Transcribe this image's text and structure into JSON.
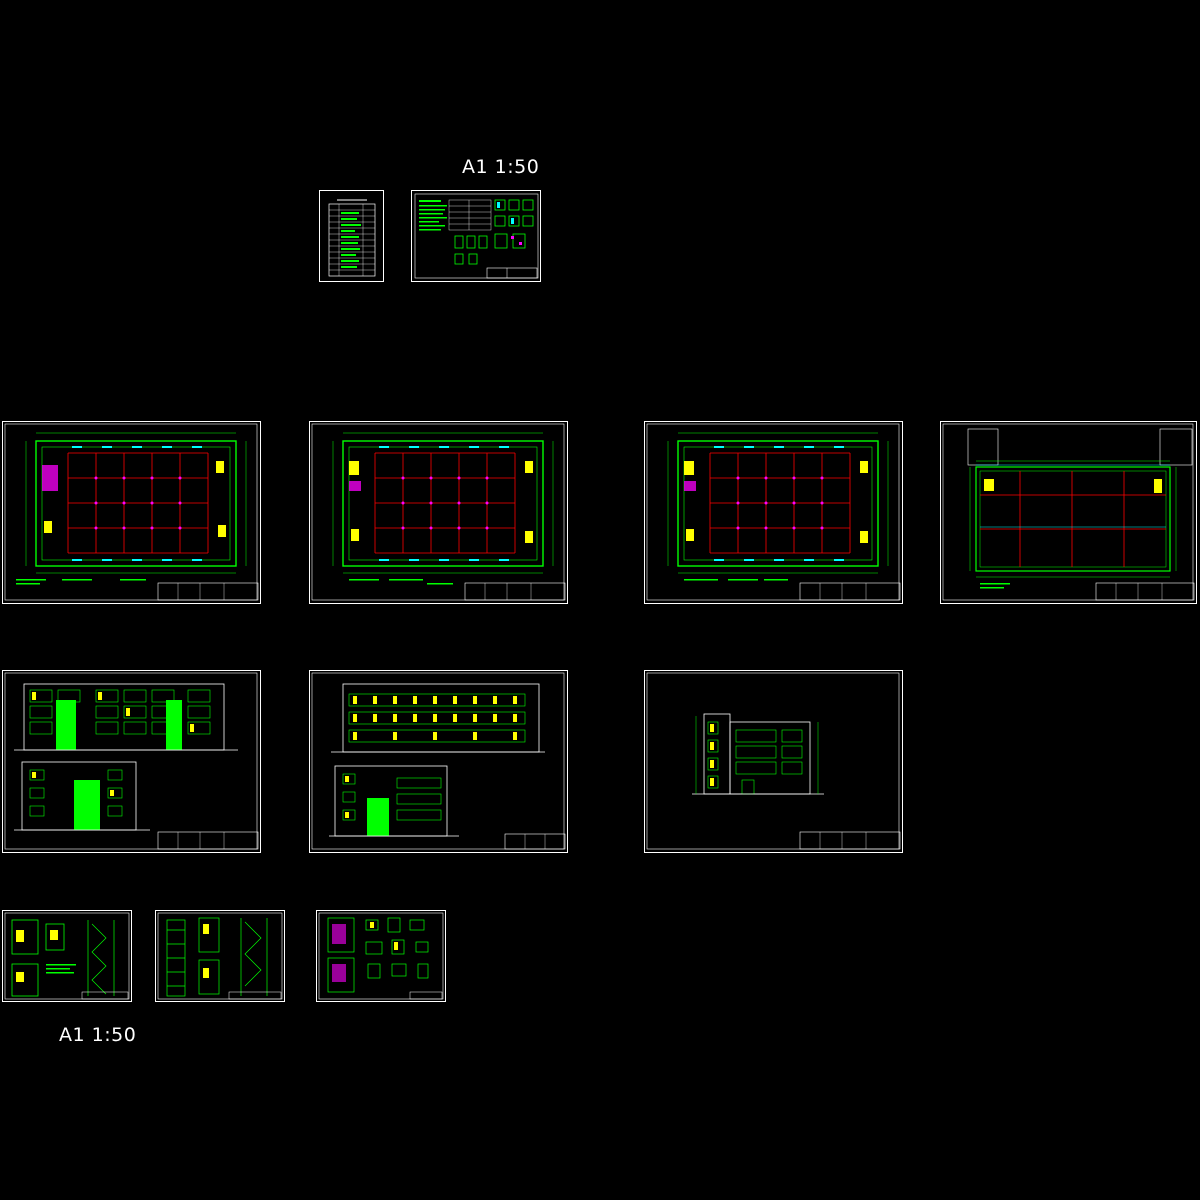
{
  "labels": {
    "top_scale": "A1 1:50",
    "bottom_scale": "A1 1:50"
  },
  "colors": {
    "background": "#000000",
    "frame": "#ffffff",
    "wall": "#00ff00",
    "grid": "#ff0000",
    "column": "#ff00ff",
    "window": "#00ffff",
    "highlight": "#ffff00"
  },
  "sheets": [
    {
      "id": "drawing-index-sheet",
      "kind": "index"
    },
    {
      "id": "general-notes-sheet",
      "kind": "notes"
    },
    {
      "id": "floor-plan-1-sheet",
      "kind": "plan"
    },
    {
      "id": "floor-plan-2-sheet",
      "kind": "plan"
    },
    {
      "id": "floor-plan-3-sheet",
      "kind": "plan"
    },
    {
      "id": "roof-plan-sheet",
      "kind": "roof"
    },
    {
      "id": "elevation-sheet-1",
      "kind": "elevation"
    },
    {
      "id": "elevation-sheet-2",
      "kind": "elevation"
    },
    {
      "id": "section-sheet",
      "kind": "section"
    },
    {
      "id": "stair-detail-sheet-1",
      "kind": "detail"
    },
    {
      "id": "stair-detail-sheet-2",
      "kind": "detail"
    },
    {
      "id": "node-detail-sheet",
      "kind": "detail"
    }
  ]
}
